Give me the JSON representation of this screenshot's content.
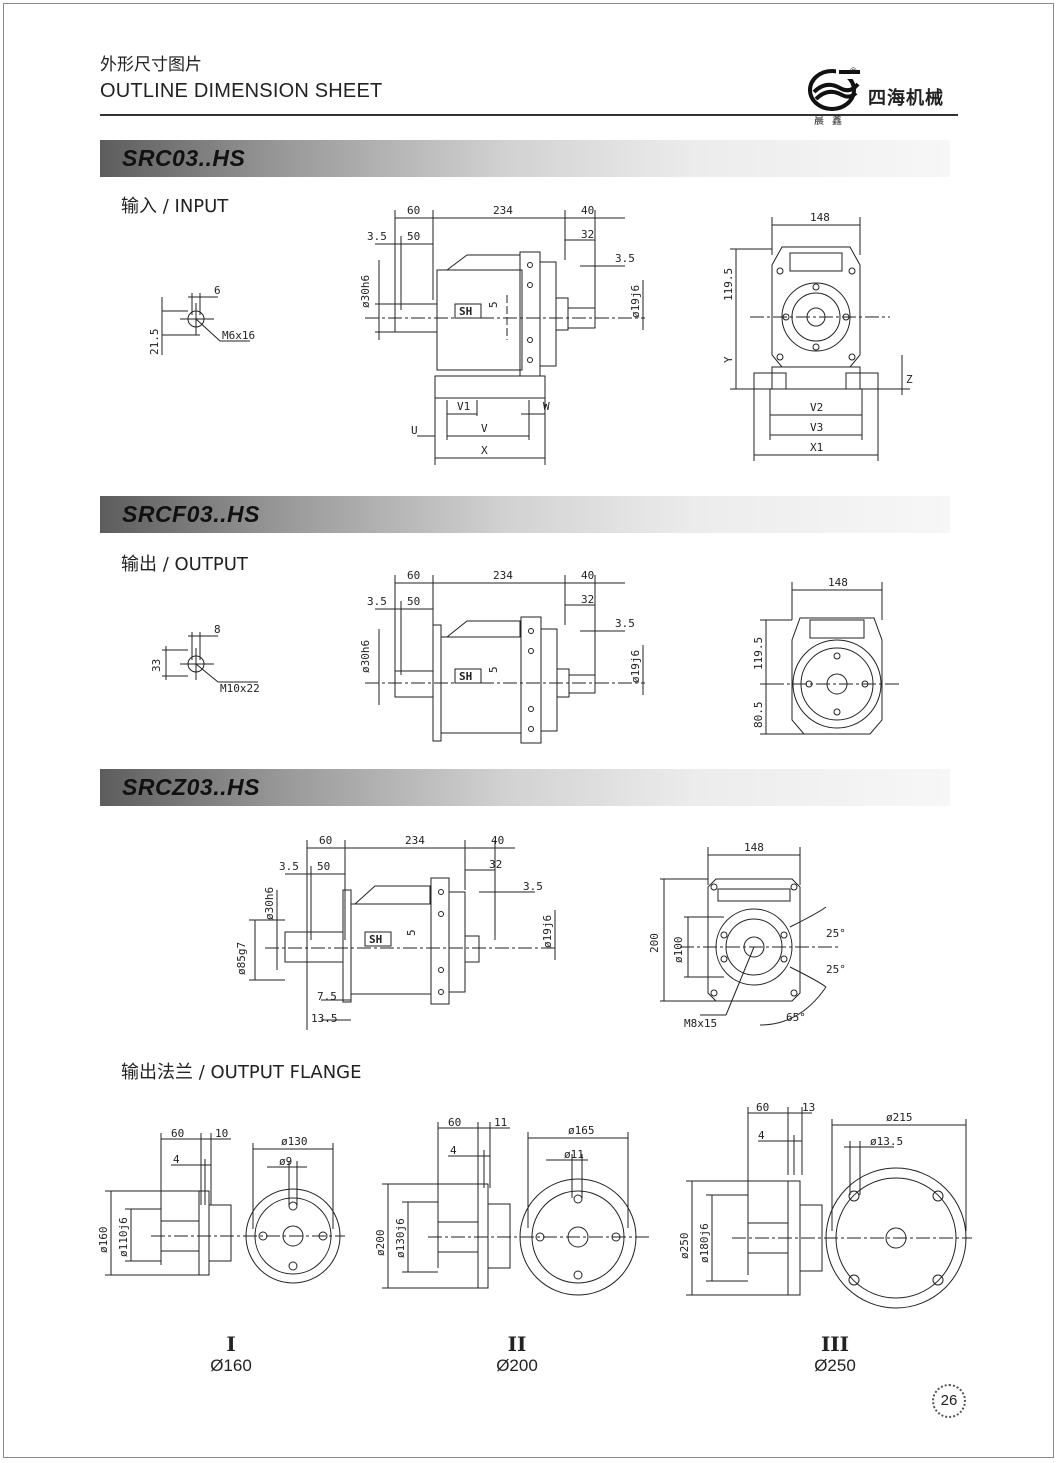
{
  "header": {
    "title_cn": "外形尺寸图片",
    "title_en": "OUTLINE DIMENSION SHEET",
    "brand": "四海机械",
    "logo_sub": "晨鑫",
    "reg_mark": "®"
  },
  "sections": [
    {
      "title": "SRC03..HS",
      "subtitle": "输入 / INPUT"
    },
    {
      "title": "SRCF03..HS",
      "subtitle": "输出 / OUTPUT"
    },
    {
      "title": "SRCZ03..HS",
      "subtitle": "输出法兰 / OUTPUT FLANGE"
    }
  ],
  "dims": {
    "len_60": "60",
    "len_234": "234",
    "len_40": "40",
    "len_3_5": "3.5",
    "len_50": "50",
    "len_32": "32",
    "len_5": "5",
    "shaft_in": "ø30h6",
    "shaft_out": "ø19j6",
    "width_148": "148",
    "h_119_5": "119.5",
    "h_80_5": "80.5",
    "h_200": "200",
    "key_6": "6",
    "key_21_5": "21.5",
    "thread_m6": "M6x16",
    "key_8": "8",
    "key_33": "33",
    "thread_m10": "M10x22",
    "sym_Y": "Y",
    "sym_Z": "Z",
    "sym_V1": "V1",
    "sym_V": "V",
    "sym_W": "W",
    "sym_U": "U",
    "sym_X": "X",
    "sym_V2": "V2",
    "sym_V3": "V3",
    "sym_X1": "X1",
    "pilot_85": "ø85g7",
    "d_100": "ø100",
    "l_7_5": "7.5",
    "l_13_5": "13.5",
    "ang_25": "25°",
    "ang_65": "65°",
    "thread_m8": "M8x15"
  },
  "flanges": [
    {
      "roman": "I",
      "diameter": "Ø160",
      "d_outer": "ø160",
      "d_pilot": "ø110j6",
      "l_60": "60",
      "l_thk": "10",
      "l_4": "4",
      "d_pcd": "ø130",
      "d_hole": "ø9"
    },
    {
      "roman": "II",
      "diameter": "Ø200",
      "d_outer": "ø200",
      "d_pilot": "ø130j6",
      "l_60": "60",
      "l_thk": "11",
      "l_4": "4",
      "d_pcd": "ø165",
      "d_hole": "ø11"
    },
    {
      "roman": "III",
      "diameter": "Ø250",
      "d_outer": "ø250",
      "d_pilot": "ø180j6",
      "l_60": "60",
      "l_thk": "13",
      "l_4": "4",
      "d_pcd": "ø215",
      "d_hole": "ø13.5"
    }
  ],
  "sh_mark": "SH",
  "page_number": "26"
}
